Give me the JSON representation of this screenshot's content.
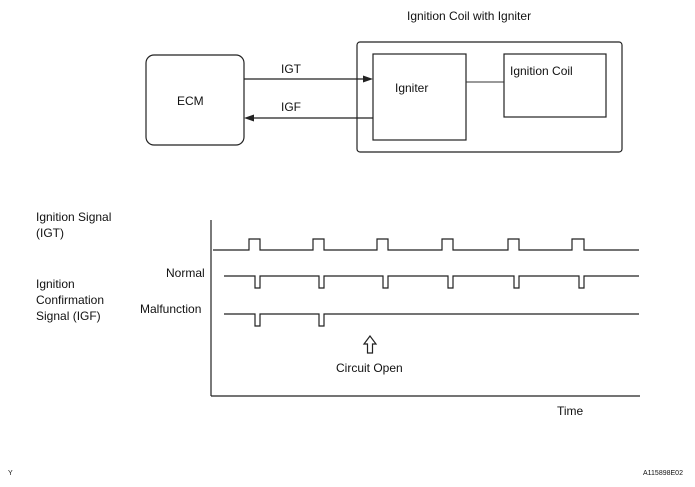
{
  "diagram": {
    "module_title": "Ignition Coil with Igniter",
    "ecm": "ECM",
    "igniter": "Igniter",
    "ignition_coil": "Ignition Coil",
    "igt_label": "IGT",
    "igf_label": "IGF"
  },
  "timing": {
    "igt_label_line1": "Ignition Signal",
    "igt_label_line2": "(IGT)",
    "igf_label_line1": "Ignition",
    "igf_label_line2": "Confirmation",
    "igf_label_line3": "Signal (IGF)",
    "normal": "Normal",
    "malfunction": "Malfunction",
    "circuit_open": "Circuit Open",
    "time": "Time"
  },
  "footer": {
    "left": "Y",
    "right": "A115898E02"
  }
}
